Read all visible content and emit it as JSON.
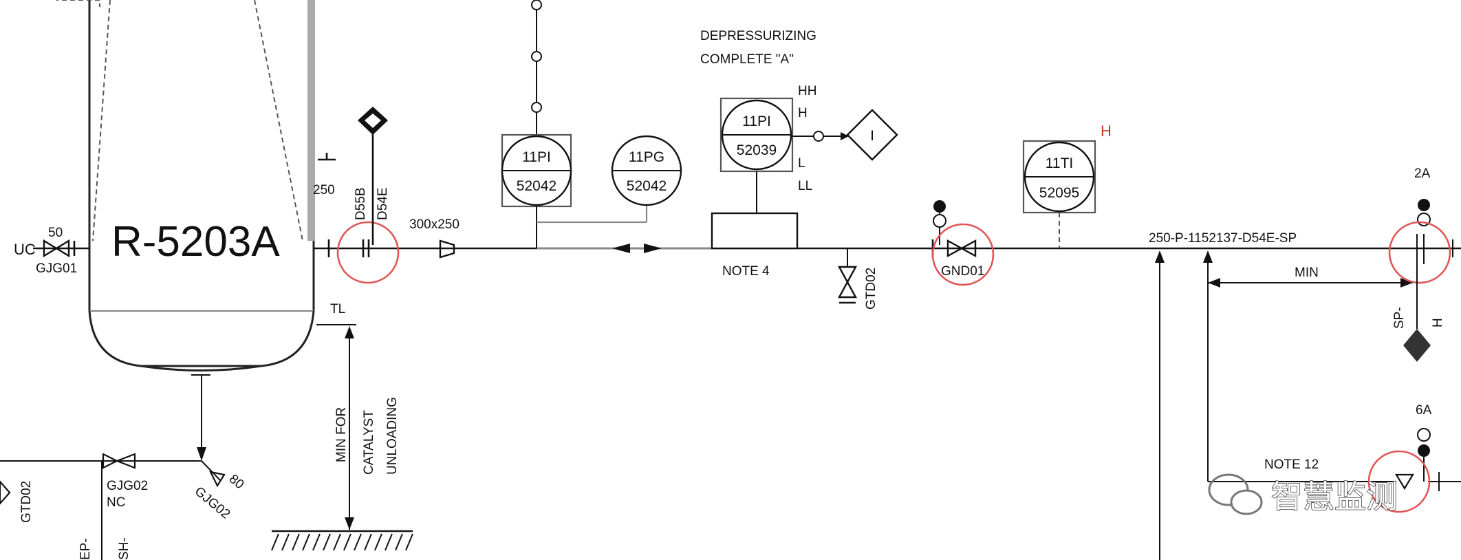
{
  "vessel": {
    "tag": "R-5203A"
  },
  "labels": {
    "size_50": "50",
    "uc": "UC",
    "gjg01": "GJG01",
    "d55b": "D55B",
    "d54e": "D54E",
    "size_250": "250",
    "reducer": "300x250",
    "depress_line1": "DEPRESSURIZING",
    "depress_line2": "COMPLETE \"A\"",
    "note4": "NOTE 4",
    "gtd02_main": "GTD02",
    "gnd01": "GND01",
    "line_number": "250-P-1152137-D54E-SP",
    "min": "MIN",
    "label_2a": "2A",
    "sp": "SP-",
    "h_rot": "H",
    "label_6a": "6A",
    "note12": "NOTE 12",
    "tl": "TL",
    "min_for": "MIN FOR",
    "catalyst": "CATALYST",
    "unloading": "UNLOADING",
    "gjg02_a": "GJG02",
    "nc": "NC",
    "gjg02_b": "GJG02",
    "size_80": "80",
    "gtd02_left": "GTD02",
    "ep_frag": "EP-",
    "sh_frag": "SH-"
  },
  "instruments": {
    "pi_52042": {
      "top": "11PI",
      "bottom": "52042"
    },
    "pg_52042": {
      "top": "11PG",
      "bottom": "52042"
    },
    "pi_52039": {
      "top": "11PI",
      "bottom": "52039"
    },
    "ti_52095": {
      "top": "11TI",
      "bottom": "52095"
    },
    "interlock": {
      "symbol": "I"
    }
  },
  "alarms": {
    "pi_52039": {
      "hh": "HH",
      "h": "H",
      "l": "L",
      "ll": "LL"
    },
    "ti_52095": {
      "h": "H"
    }
  },
  "watermark": {
    "text": "智慧监测"
  },
  "colors": {
    "line": "#111111",
    "highlight_circle": "#e05555",
    "alarm_text": "#c0392b"
  }
}
